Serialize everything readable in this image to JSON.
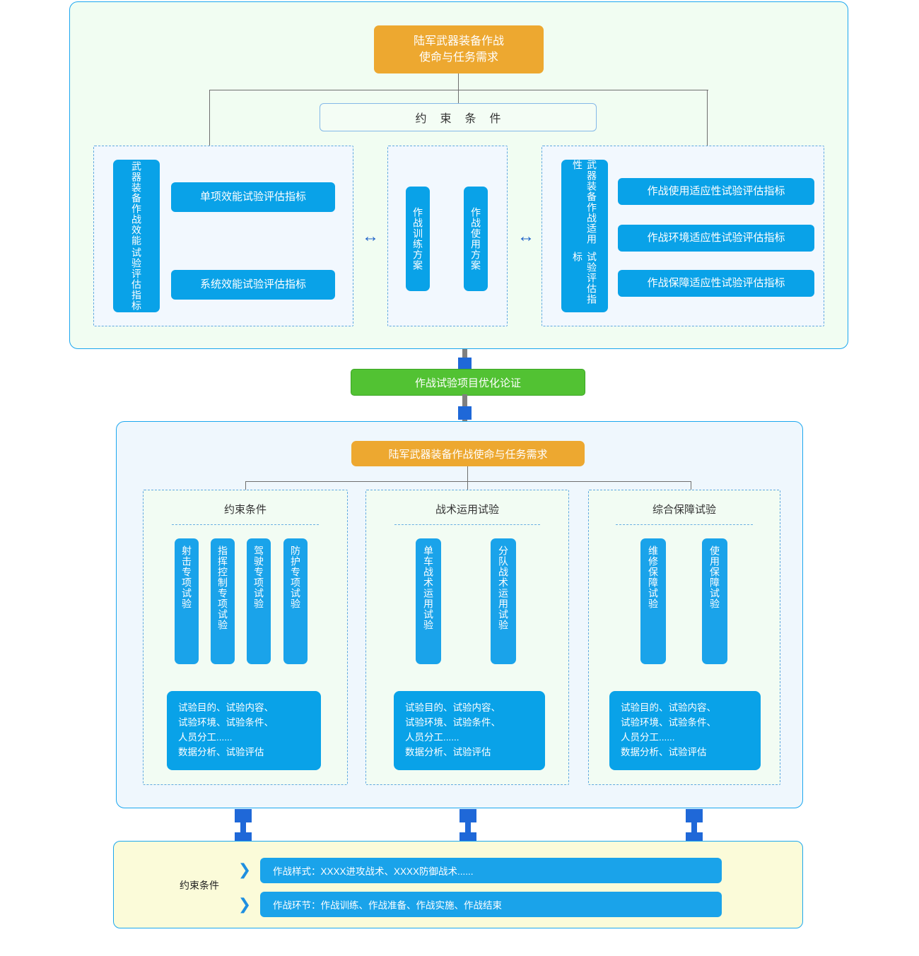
{
  "panel1": {
    "title": "陆军武器装备作战\n使命与任务需求",
    "constraint_label": "约束条件",
    "groups": {
      "effectiveness": {
        "vtag_right": "试验评估指标",
        "vtag_left": "武器装备作战效能",
        "items": [
          "单项效能试验评估指标",
          "系统效能试验评估指标"
        ]
      },
      "plans": {
        "items": [
          "作战训练方案",
          "作战使用方案"
        ]
      },
      "adaptability": {
        "vtag_right": "试验评估指标",
        "vtag_left": "武器装备作战适用性",
        "items": [
          "作战使用适应性试验评估指标",
          "作战环境适应性试验评估指标",
          "作战保障适应性试验评估指标"
        ]
      }
    },
    "arrow_glyph": "↔"
  },
  "middle": {
    "green_label": "作战试验项目优化论证"
  },
  "panel2": {
    "title": "陆军武器装备作战使命与任务需求",
    "sections": [
      {
        "title": "约束条件",
        "tags": [
          "射击专项试验",
          "指挥控制专项试验",
          "驾驶专项试验",
          "防护专项试验"
        ],
        "note": "试验目的、试验内容、\n试验环境、试验条件、\n人员分工......\n数据分析、试验评估"
      },
      {
        "title": "战术运用试验",
        "tags": [
          "单车战术运用试验",
          "分队战术运用试验"
        ],
        "note": "试验目的、试验内容、\n试验环境、试验条件、\n人员分工......\n数据分析、试验评估"
      },
      {
        "title": "综合保障试验",
        "tags": [
          "维修保障试验",
          "使用保障试验"
        ],
        "note": "试验目的、试验内容、\n试验环境、试验条件、\n人员分工......\n数据分析、试验评估"
      }
    ]
  },
  "panel3": {
    "label": "约束条件",
    "chevron_glyph": "❯",
    "rows": [
      "作战样式：XXXX进攻战术、XXXX防御战术......",
      "作战环节：作战训练、作战准备、作战实施、作战结束"
    ]
  },
  "colors": {
    "accent_blue": "#09a2e8",
    "panel_border_blue": "#1ba7ef",
    "orange": "#eda830",
    "green": "#52c233",
    "connector_blue": "#1f68d8",
    "line_gray": "#6f6f6f",
    "panel1_bg": "#f1fdf2",
    "panel2_bg": "#eff7fd",
    "panel3_bg": "#fbfbd9"
  }
}
